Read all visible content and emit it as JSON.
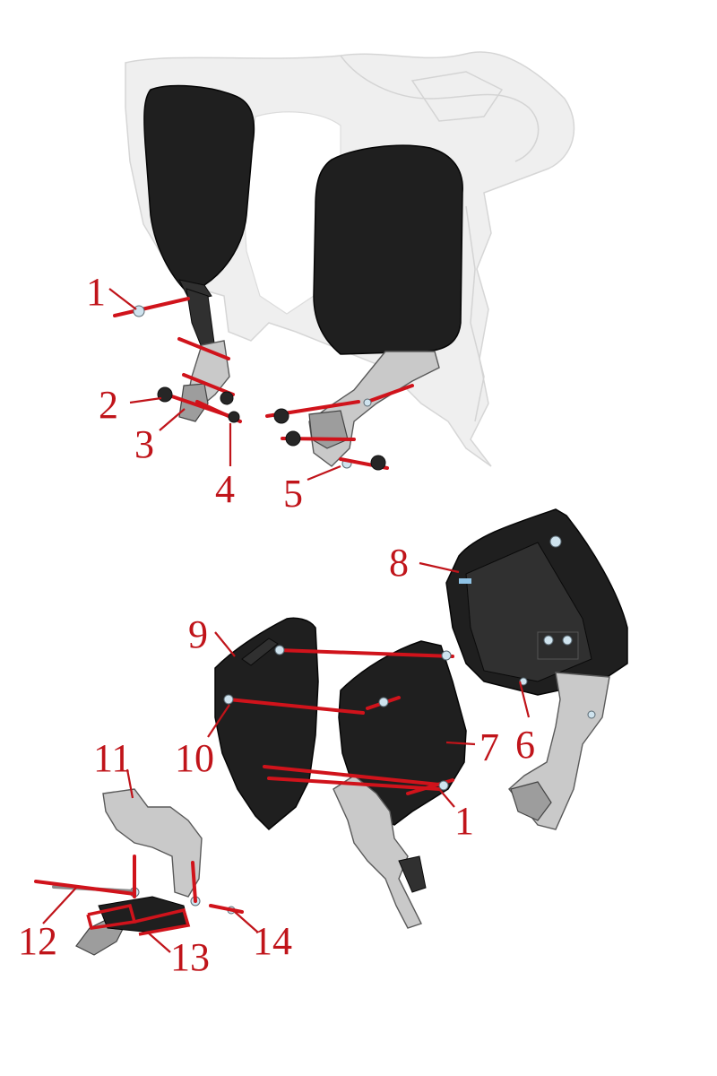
{
  "callouts": {
    "c1_top": "1",
    "c2": "2",
    "c3": "3",
    "c4": "4",
    "c5": "5",
    "c6": "6",
    "c7": "7",
    "c8": "8",
    "c9": "9",
    "c10": "10",
    "c11": "11",
    "c12": "12",
    "c13": "13",
    "c14": "14",
    "c1_bottom": "1"
  },
  "colors": {
    "callout_red": "#c0141a",
    "panel_black": "#1f1f1f",
    "metal_grey": "#c9c9c9",
    "ghost_frame": "#efefef"
  }
}
